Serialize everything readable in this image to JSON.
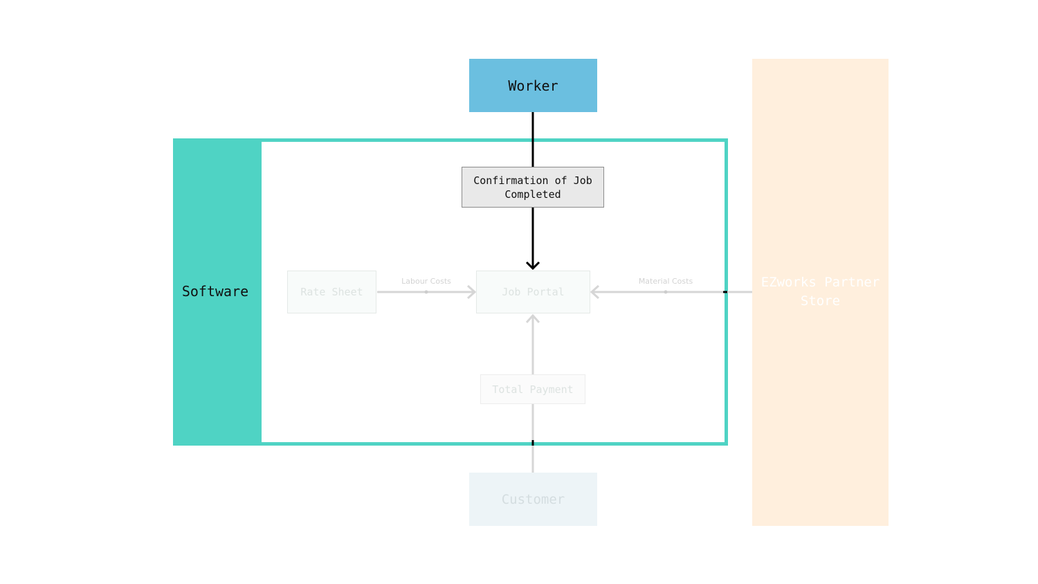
{
  "diagram": {
    "software": {
      "label": "Software"
    },
    "worker": {
      "label": "Worker"
    },
    "confirmation": {
      "label": "Confirmation of Job Completed"
    },
    "rate_sheet": {
      "label": "Rate Sheet"
    },
    "job_portal": {
      "label": "Job Portal"
    },
    "total_payment": {
      "label": "Total Payment"
    },
    "customer": {
      "label": "Customer"
    },
    "partner_store": {
      "label": "EZworks Partner Store"
    },
    "edges": {
      "labour_costs": "Labour Costs",
      "material_costs": "Material Costs"
    }
  },
  "colors": {
    "software": "#4fd3c4",
    "worker": "#6bbfe0",
    "partner_store": "#ffefdd",
    "confirmation": "#e9e9e9",
    "customer": "#edf4f7",
    "faded_edge": "#d6d6d6",
    "active_edge": "#000000"
  }
}
